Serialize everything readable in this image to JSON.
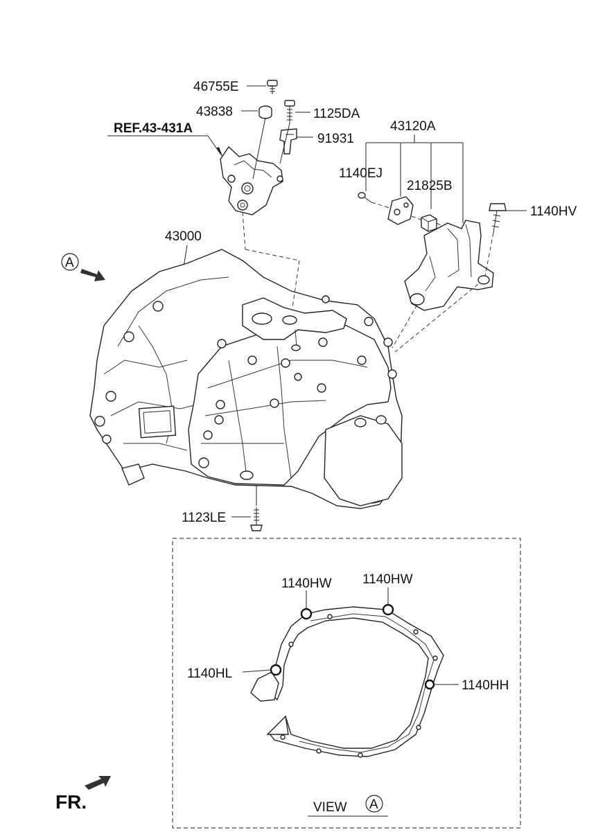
{
  "labels": {
    "p46755E": "46755E",
    "p43838": "43838",
    "p1125DA": "1125DA",
    "ref": "REF.43-431A",
    "p91931": "91931",
    "p43120A": "43120A",
    "p1140EJ": "1140EJ",
    "p21825B": "21825B",
    "p1140HV": "1140HV",
    "p43000": "43000",
    "p1123LE": "1123LE",
    "hw1": "1140HW",
    "hw2": "1140HW",
    "hl": "1140HL",
    "hh": "1140HH",
    "view": "VIEW",
    "view_marker": "A",
    "marker_a": "A",
    "fr": "FR."
  }
}
